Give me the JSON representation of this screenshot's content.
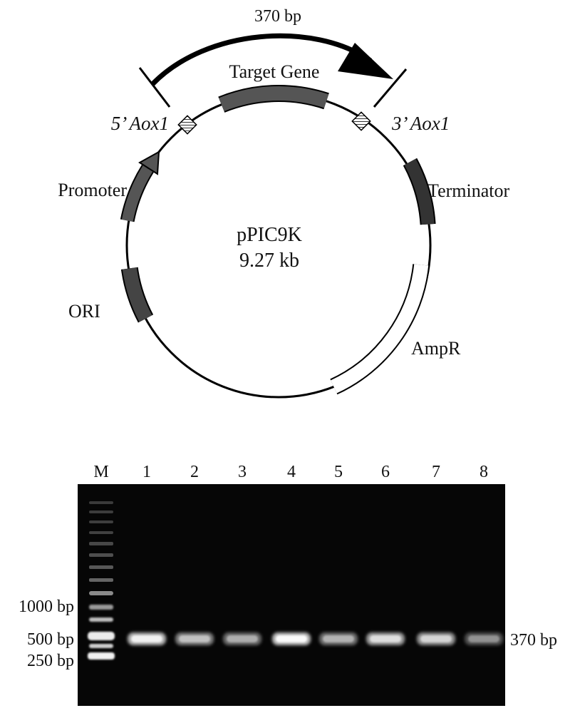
{
  "plasmid": {
    "name": "pPIC9K",
    "size": "9.27 kb",
    "amplicon_label": "370 bp",
    "features": {
      "target_gene": "Target Gene",
      "aox1_5": "5’ Aox1",
      "aox1_3": "3’ Aox1",
      "promoter": "Promoter",
      "terminator": "Terminator",
      "ori": "ORI",
      "ampr": "AmpR"
    }
  },
  "gel": {
    "lane_labels": [
      "M",
      "1",
      "2",
      "3",
      "4",
      "5",
      "6",
      "7",
      "8"
    ],
    "marker_labels": [
      "1000 bp",
      "500 bp",
      "250 bp"
    ],
    "band_label": "370 bp",
    "band_intensity": [
      0.95,
      0.7,
      0.6,
      1.0,
      0.62,
      0.85,
      0.8,
      0.45
    ],
    "colors": {
      "gel": "#060606",
      "band": "#f4f4f4"
    }
  }
}
